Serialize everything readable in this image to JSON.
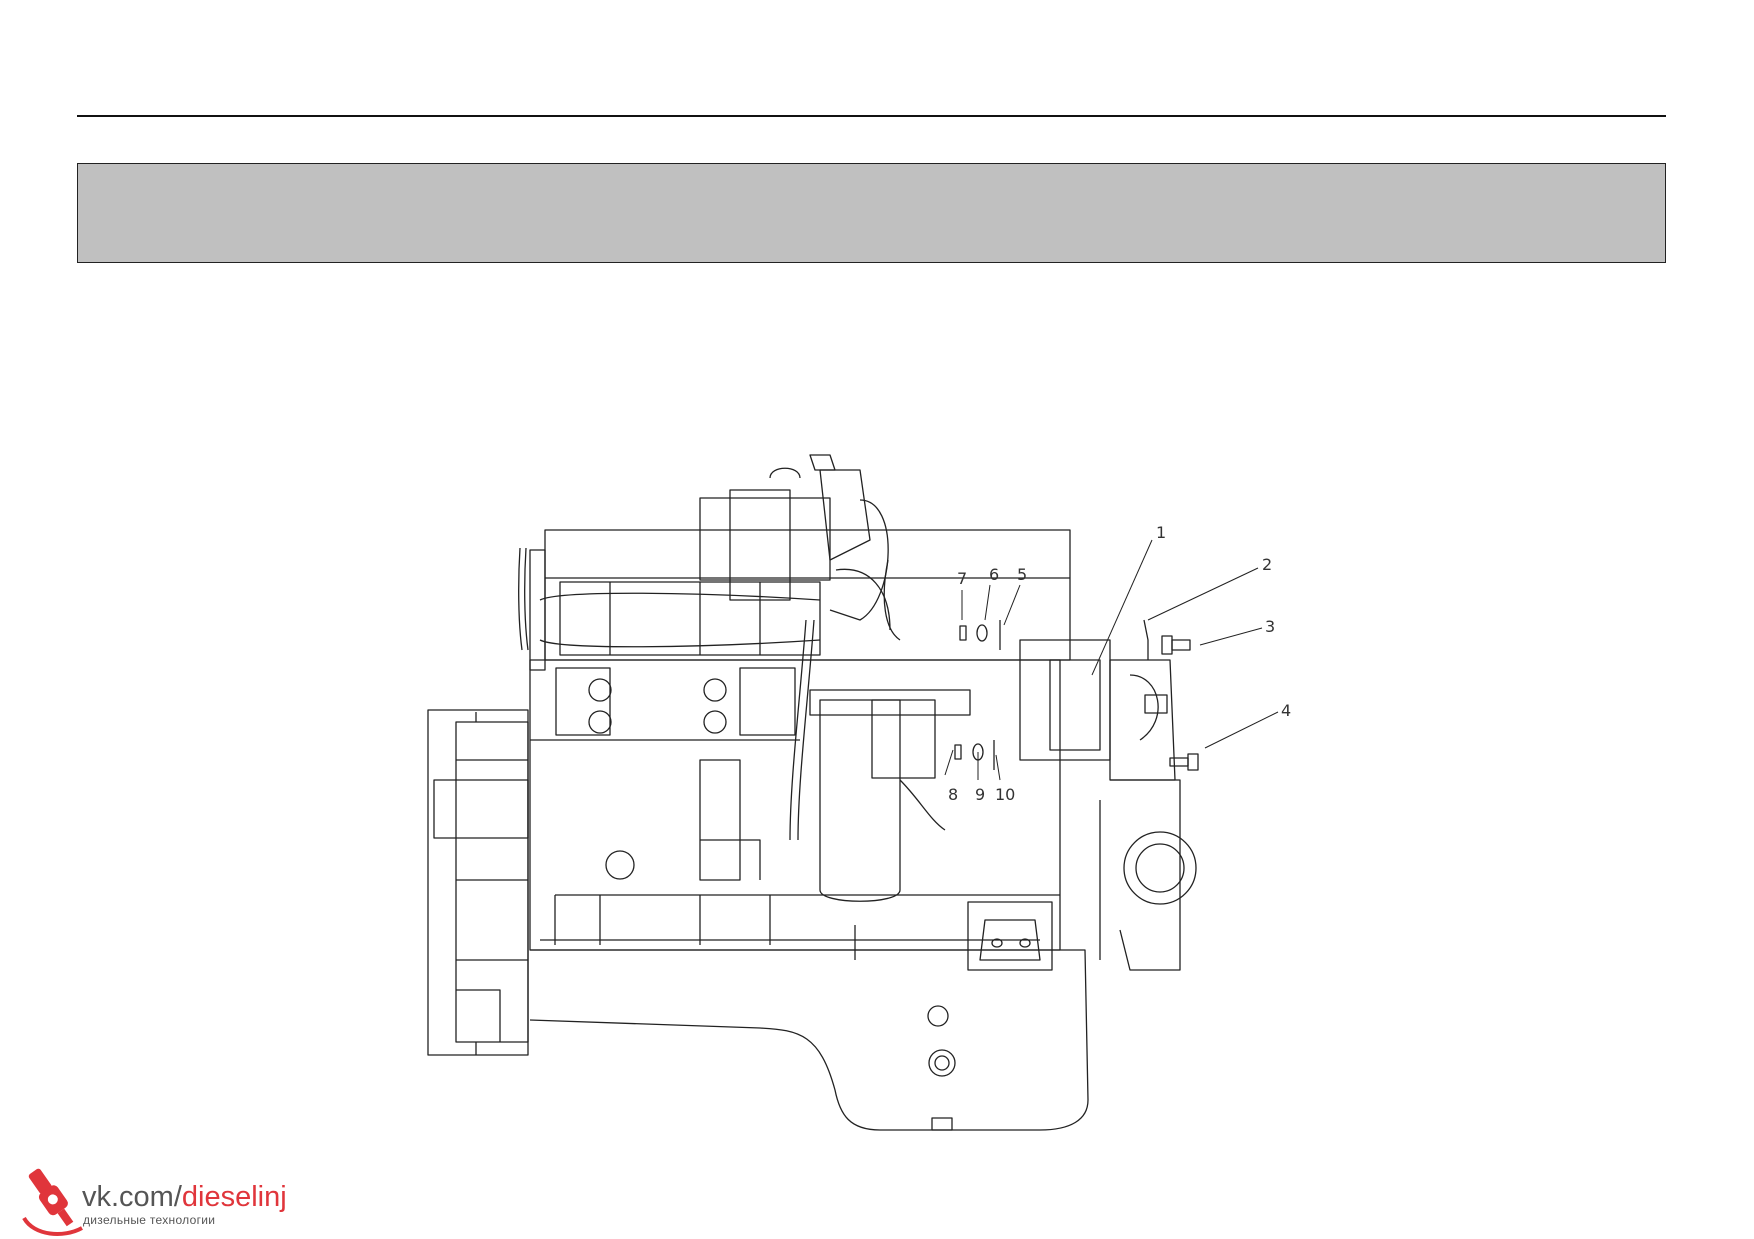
{
  "header": {
    "band_color": "#c0c0c0"
  },
  "callouts": [
    {
      "id": "callout-1",
      "label": "1"
    },
    {
      "id": "callout-2",
      "label": "2"
    },
    {
      "id": "callout-3",
      "label": "3"
    },
    {
      "id": "callout-4",
      "label": "4"
    },
    {
      "id": "callout-5",
      "label": "5"
    },
    {
      "id": "callout-6",
      "label": "6"
    },
    {
      "id": "callout-7",
      "label": "7"
    },
    {
      "id": "callout-8",
      "label": "8"
    },
    {
      "id": "callout-9",
      "label": "9"
    },
    {
      "id": "callout-10",
      "label": "10"
    }
  ],
  "watermark": {
    "text_prefix": "vk.com/",
    "text_accent": "dieselinj",
    "subtitle": "дизельные технологии",
    "accent_color": "#e0353b",
    "icon": "fuel-injector-icon"
  }
}
